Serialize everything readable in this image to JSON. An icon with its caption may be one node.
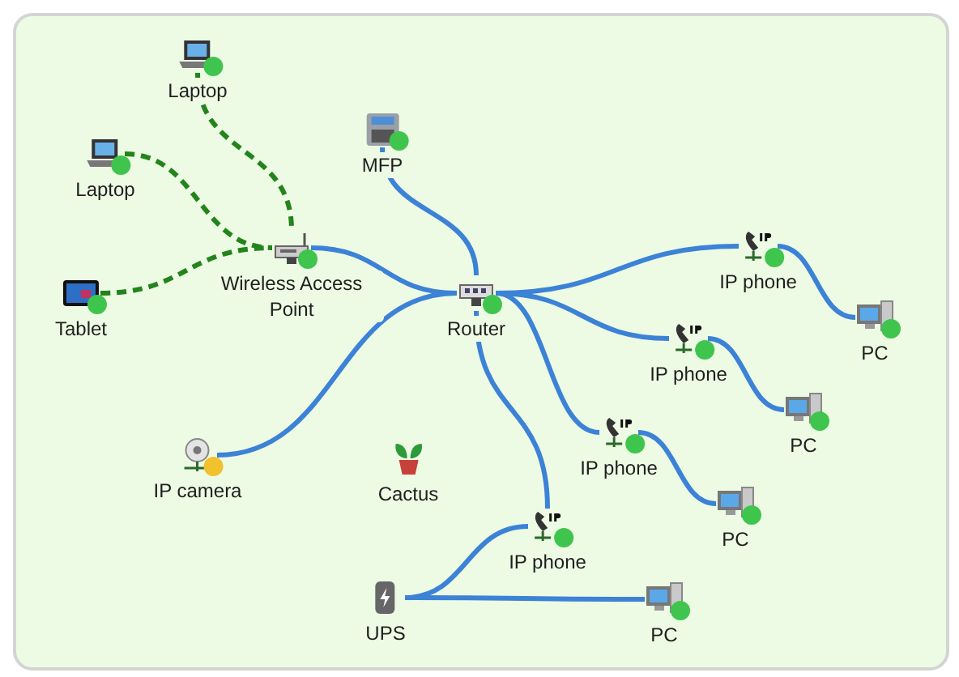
{
  "diagram": {
    "nodes": [
      {
        "text": [
          "Laptop"
        ]
      },
      {
        "text": [
          "MFP"
        ]
      },
      {
        "text": [
          "Laptop"
        ]
      },
      {
        "text": [
          "Wireless Access Point"
        ]
      },
      {
        "text": [
          "IP phone"
        ]
      },
      {
        "text": [
          "Tablet"
        ]
      },
      {
        "text": [
          "Router"
        ]
      },
      {
        "text": [
          "PC"
        ]
      },
      {
        "text": [
          "IP phone"
        ]
      },
      {
        "text": [
          "PC"
        ]
      },
      {
        "text": [
          "IP phone"
        ]
      },
      {
        "text": [
          "IP camera"
        ]
      },
      {
        "text": [
          "Cactus"
        ]
      },
      {
        "text": [
          "PC"
        ]
      },
      {
        "text": [
          "IP phone"
        ]
      },
      {
        "text": [
          "UPS"
        ]
      },
      {
        "text": [
          "PC"
        ]
      }
    ],
    "edges": [
      {
        "from": 0,
        "to": 3,
        "arrow": "none",
        "style": "dashed",
        "color": "#23841c"
      },
      {
        "from": 2,
        "to": 3,
        "arrow": "none",
        "style": "dashed",
        "color": "#23841c"
      },
      {
        "from": 5,
        "to": 3,
        "arrow": "none",
        "style": "dashed",
        "color": "#23841c"
      },
      {
        "from": 3,
        "to": 6,
        "arrow": "none"
      },
      {
        "from": 1,
        "to": 6,
        "arrow": "none"
      },
      {
        "from": 6,
        "to": 4,
        "arrow": "none"
      },
      {
        "from": 4,
        "to": 7,
        "arrow": "none"
      },
      {
        "from": 6,
        "to": 8,
        "arrow": "none"
      },
      {
        "from": 8,
        "to": 9,
        "arrow": "none"
      },
      {
        "from": 6,
        "to": 10,
        "arrow": "none"
      },
      {
        "from": 10,
        "to": 13,
        "arrow": "none"
      },
      {
        "from": 6,
        "to": 14,
        "arrow": "none"
      },
      {
        "from": 6,
        "to": 11,
        "arrow": "none"
      },
      {
        "from": 15,
        "to": 14,
        "arrow": "none"
      },
      {
        "from": 15,
        "to": 16,
        "arrow": "none"
      }
    ]
  }
}
